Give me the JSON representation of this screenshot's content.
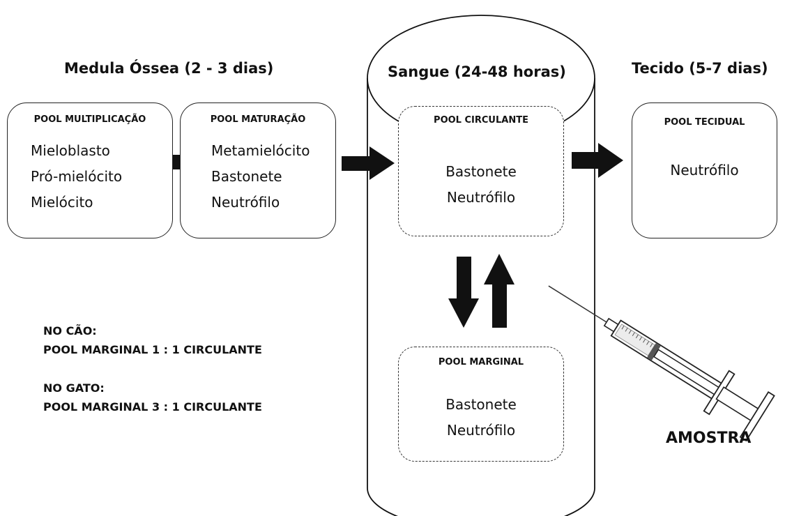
{
  "headings": {
    "bone_marrow": "Medula Óssea (2 - 3 dias)",
    "blood": "Sangue (24-48 horas)",
    "tissue": "Tecido (5-7 dias)"
  },
  "pools": {
    "multiplication": {
      "title": "POOL MULTIPLICAÇÃO",
      "cells": [
        "Mieloblasto",
        "Pró-mielócito",
        "Mielócito"
      ]
    },
    "maturation": {
      "title": "POOL MATURAÇÃO",
      "cells": [
        "Metamielócito",
        "Bastonete",
        "Neutrófilo"
      ]
    },
    "circulating": {
      "title": "POOL CIRCULANTE",
      "cells": [
        "Bastonete",
        "Neutrófilo"
      ]
    },
    "marginal": {
      "title": "POOL MARGINAL",
      "cells": [
        "Bastonete",
        "Neutrófilo"
      ]
    },
    "tissue": {
      "title": "POOL TECIDUAL",
      "cells": [
        "Neutrófilo"
      ]
    }
  },
  "notes": {
    "dog_label": "NO CÃO:",
    "dog_ratio": "POOL MARGINAL 1 : 1 CIRCULANTE",
    "cat_label": "NO GATO:",
    "cat_ratio": "POOL MARGINAL 3 : 1 CIRCULANTE"
  },
  "sample_label": "AMOSTRA",
  "icons": {
    "flow_arrow": "right-arrow-icon",
    "exchange_arrows": "up-down-arrows-icon",
    "syringe": "syringe-icon"
  },
  "colors": {
    "stroke": "#111111",
    "background": "#ffffff"
  }
}
